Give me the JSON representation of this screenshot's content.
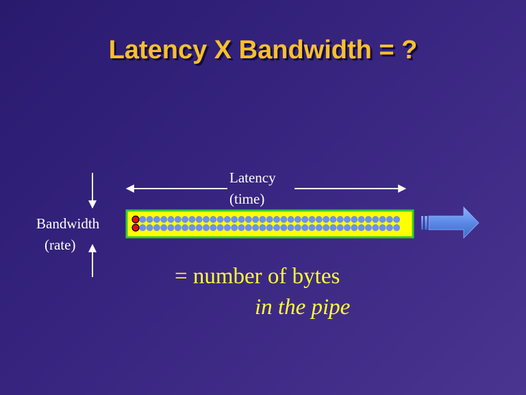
{
  "title": "Latency X Bandwidth = ?",
  "latency": {
    "line1": "Latency",
    "line2": "(time)"
  },
  "bandwidth": {
    "line1": "Bandwidth",
    "line2": "(rate)"
  },
  "result": {
    "line1": "= number of bytes",
    "line2": "in the pipe"
  },
  "pipe": {
    "columns": 38,
    "rows": 2,
    "highlighted_columns": 1
  },
  "colors": {
    "title": "#f6c02c",
    "pipe_border": "#33cc33",
    "pipe_fill": "#ffff00",
    "dot": "#6f8fef",
    "highlight_dot": "#dd1111",
    "arrow": "#5a8ae6",
    "result_text": "#ffff33"
  },
  "icons": {
    "latency_arrow": "double-arrow-horizontal-icon",
    "bandwidth_arrows": "up-down-arrows-icon",
    "flow_arrow": "right-block-arrow-icon"
  }
}
